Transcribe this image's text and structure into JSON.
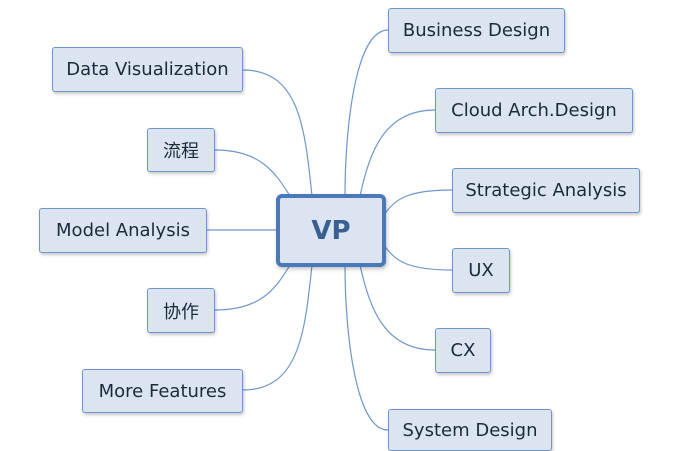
{
  "center": {
    "label": "VP"
  },
  "left_nodes": [
    {
      "id": "data-visualization",
      "label": "Data Visualization"
    },
    {
      "id": "liucheng",
      "label": "流程"
    },
    {
      "id": "model-analysis",
      "label": "Model Analysis"
    },
    {
      "id": "xiezuo",
      "label": "协作"
    },
    {
      "id": "more-features",
      "label": "More Features"
    }
  ],
  "right_nodes": [
    {
      "id": "business-design",
      "label": "Business Design"
    },
    {
      "id": "cloud-arch-design",
      "label": "Cloud Arch.Design"
    },
    {
      "id": "strategic-analysis",
      "label": "Strategic Analysis"
    },
    {
      "id": "ux",
      "label": "UX"
    },
    {
      "id": "cx",
      "label": "CX"
    },
    {
      "id": "system-design",
      "label": "System Design"
    }
  ],
  "colors": {
    "node_fill": "#dbe5f2",
    "node_border": "#6f96c9",
    "center_border": "#4a78b8",
    "center_text": "#3a5f91",
    "connector": "#6f96c9"
  }
}
